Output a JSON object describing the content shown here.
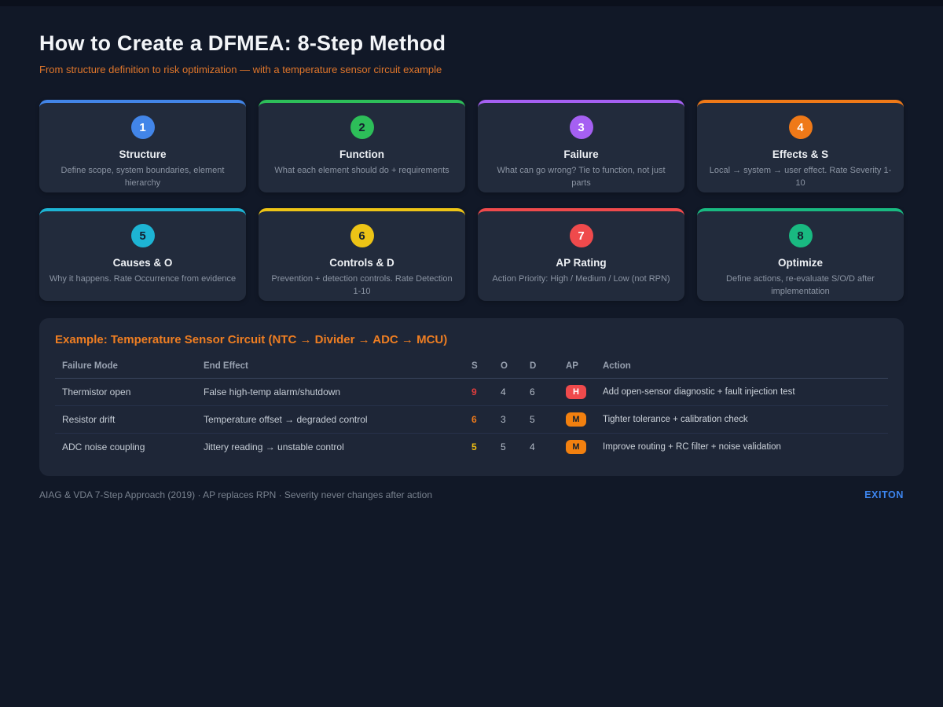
{
  "page": {
    "title": "How to Create a DFMEA: 8-Step Method",
    "subtitle": "From structure definition to risk optimization — with a temperature sensor circuit example"
  },
  "steps": [
    {
      "number": "1",
      "title": "Structure",
      "description": "Define scope, system boundaries, element hierarchy",
      "accent_color": "#4285e8",
      "number_text_color": "#ffffff"
    },
    {
      "number": "2",
      "title": "Function",
      "description": "What each element should do + requirements",
      "accent_color": "#2dbe59",
      "number_text_color": "#14202f"
    },
    {
      "number": "3",
      "title": "Failure",
      "description": "What can go wrong? Tie to function, not just parts",
      "accent_color": "#a560f2",
      "number_text_color": "#ffffff"
    },
    {
      "number": "4",
      "title": "Effects & S",
      "description": "Local → system → user effect. Rate Severity 1-10",
      "accent_color": "#ef7918",
      "number_text_color": "#ffffff"
    },
    {
      "number": "5",
      "title": "Causes & O",
      "description": "Why it happens. Rate Occurrence from evidence",
      "accent_color": "#1db4d4",
      "number_text_color": "#14202f"
    },
    {
      "number": "6",
      "title": "Controls & D",
      "description": "Prevention + detection controls. Rate Detection 1-10",
      "accent_color": "#edc416",
      "number_text_color": "#14202f"
    },
    {
      "number": "7",
      "title": "AP Rating",
      "description": "Action Priority: High / Medium / Low (not RPN)",
      "accent_color": "#ef4a4c",
      "number_text_color": "#ffffff"
    },
    {
      "number": "8",
      "title": "Optimize",
      "description": "Define actions, re-evaluate S/O/D after implementation",
      "accent_color": "#19b981",
      "number_text_color": "#14202f"
    }
  ],
  "example": {
    "title": "Example: Temperature Sensor Circuit (NTC → Divider → ADC → MCU)",
    "columns": [
      "Failure Mode",
      "End Effect",
      "S",
      "O",
      "D",
      "AP",
      "Action"
    ],
    "rows": [
      {
        "failure_mode": "Thermistor open",
        "end_effect": "False high-temp alarm/shutdown",
        "s": "9",
        "s_color": "#e23d3d",
        "o": "4",
        "d": "6",
        "ap": "H",
        "ap_bg": "#ef4a4c",
        "ap_text_color": "#ffffff",
        "action": "Add open-sensor diagnostic + fault injection test"
      },
      {
        "failure_mode": "Resistor drift",
        "end_effect": "Temperature offset → degraded control",
        "s": "6",
        "s_color": "#ee7a1a",
        "o": "3",
        "d": "5",
        "ap": "M",
        "ap_bg": "#f2800f",
        "ap_text_color": "#14202f",
        "action": "Tighter tolerance + calibration check"
      },
      {
        "failure_mode": "ADC noise coupling",
        "end_effect": "Jittery reading → unstable control",
        "s": "5",
        "s_color": "#eebd13",
        "o": "5",
        "d": "4",
        "ap": "M",
        "ap_bg": "#f2800f",
        "ap_text_color": "#14202f",
        "action": "Improve routing + RC filter + noise validation"
      }
    ]
  },
  "footer": {
    "note": "AIAG & VDA 7-Step Approach (2019) · AP replaces RPN · Severity never changes after action",
    "brand": "EXITON",
    "brand_color": "#3d86f0"
  }
}
